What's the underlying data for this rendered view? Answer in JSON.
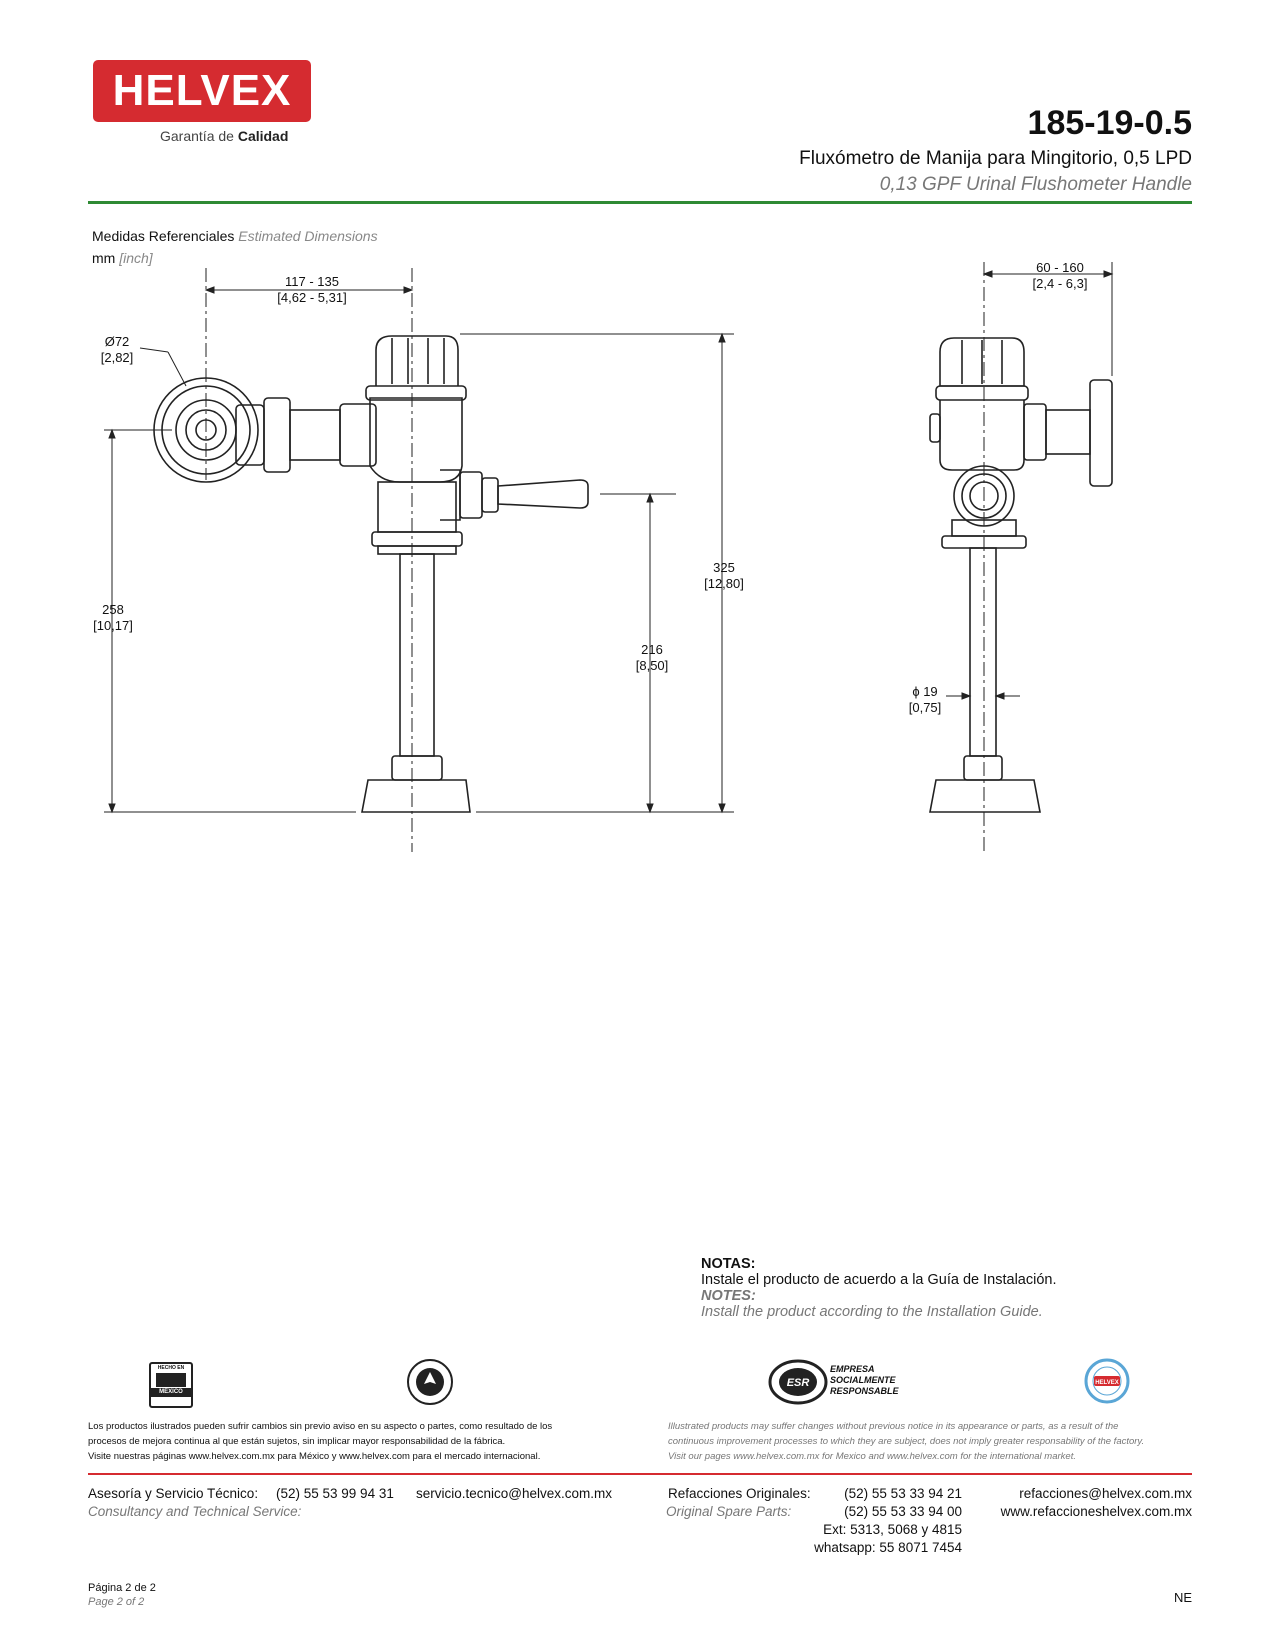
{
  "header": {
    "brand": "HELVEX",
    "tagline_a": "Garantía de ",
    "tagline_b": "Calidad",
    "code": "185-19-0.5",
    "title_es": "Fluxómetro de Manija para Mingitorio, 0,5 LPD",
    "title_en": "0,13 GPF Urinal Flushometer Handle"
  },
  "dimensions": {
    "label_es": "Medidas Referenciales ",
    "label_en": "Estimated Dimensions",
    "unit_es": "mm ",
    "unit_en": "[inch]",
    "width_range_mm": "117 - 135",
    "width_range_in": "[4,62 - 5,31]",
    "diameter_mm": "Ø72",
    "diameter_in": "[2,82]",
    "h258_mm": "258",
    "h258_in": "[10,17]",
    "h216_mm": "216",
    "h216_in": "[8,50]",
    "h325_mm": "325",
    "h325_in": "[12,80]",
    "side_range_mm": "60 - 160",
    "side_range_in": "[2,4 - 6,3]",
    "pipe_d_mm": "ϕ 19",
    "pipe_d_in": "[0,75]"
  },
  "notes": {
    "title_es": "NOTAS:",
    "text_es": "Instale el producto de acuerdo a la Guía de Instalación.",
    "title_en": "NOTES:",
    "text_en": "Install the product according to the Installation Guide."
  },
  "badges": {
    "hecho_top": "HECHO EN",
    "hecho_bottom": "MÉXICO",
    "esr_mark": "ESR",
    "esr_1": "EMPRESA",
    "esr_2": "SOCIALMENTE",
    "esr_3": "RESPONSABLE",
    "helvex_small": "HELVEX"
  },
  "disclaimer": {
    "es_1": "Los productos ilustrados pueden sufrir cambios sin previo aviso en su aspecto o partes, como resultado de los",
    "es_2": "procesos de mejora continua al que están sujetos, sin implicar mayor responsabilidad de la fábrica.",
    "es_3": "Visite nuestras páginas www.helvex.com.mx para México y www.helvex.com para el mercado internacional.",
    "en_1": "Illustrated products may suffer changes without previous notice in its appearance or parts, as a result of the",
    "en_2": "continuous improvement processes to which they are subject, does not imply greater responsability of the factory.",
    "en_3": "Visit our pages www.helvex.com.mx for Mexico and www.helvex.com for the international market."
  },
  "footer": {
    "service_label_es": "Asesoría y Servicio Técnico:",
    "service_label_en": "Consultancy and Technical Service:",
    "service_phone": "(52) 55 53 99 94 31",
    "service_email": "servicio.tecnico@helvex.com.mx",
    "parts_label_es": "Refacciones Originales:",
    "parts_label_en": "Original Spare Parts:",
    "parts_phone_1": "(52) 55 53 33 94 21",
    "parts_phone_2": "(52) 55 53 33 94 00",
    "parts_ext": "Ext: 5313, 5068 y 4815",
    "parts_whatsapp": "whatsapp: 55 8071 7454",
    "parts_email": "refacciones@helvex.com.mx",
    "parts_web": "www.refaccioneshelvex.com.mx",
    "page_es": "Página 2 de 2",
    "page_en": "Page 2 of 2",
    "code_short": "NE"
  },
  "colors": {
    "brand_red": "#d52b30",
    "rule_green": "#2f8a34",
    "muted_gray": "#777777"
  },
  "icons": [
    "helvex-logo",
    "hecho-en-mexico-badge",
    "usgbc-badge",
    "esr-badge",
    "helvex-quality-seal"
  ]
}
